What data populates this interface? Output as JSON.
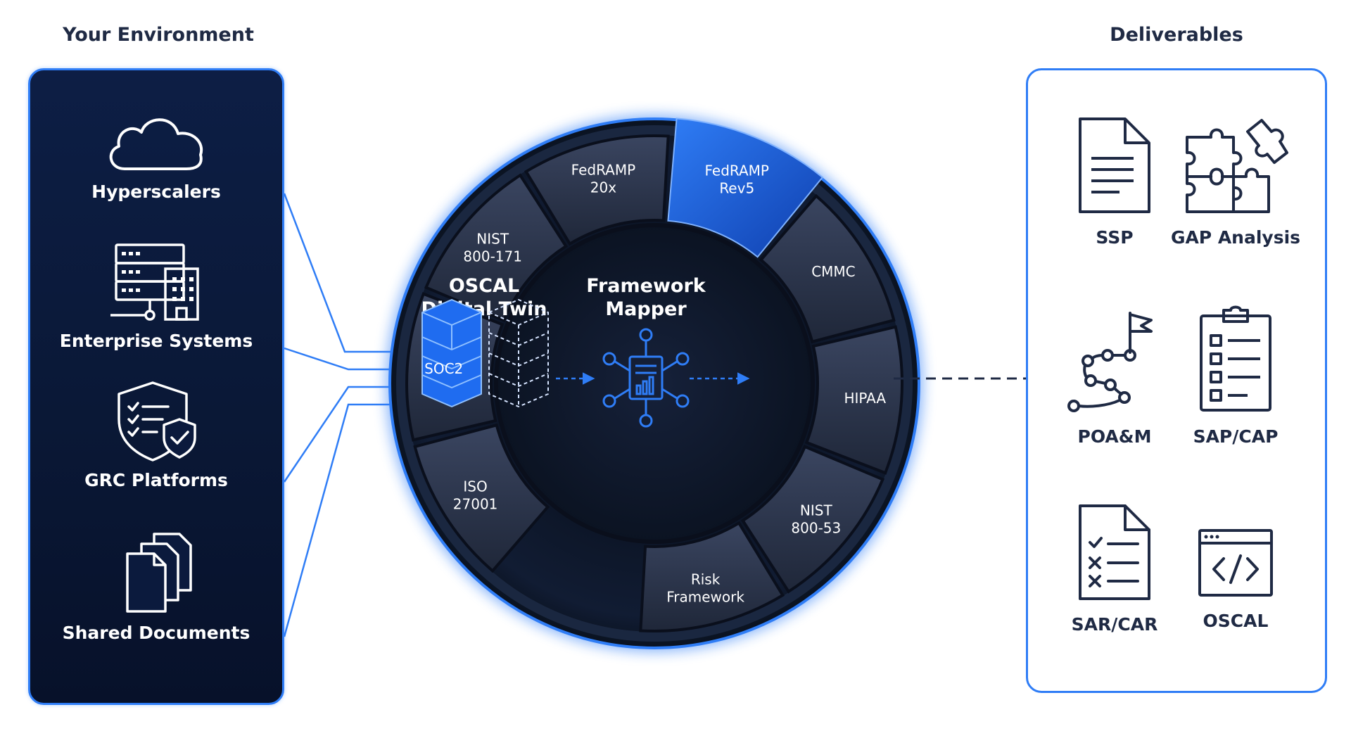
{
  "headings": {
    "left": "Your Environment",
    "right": "Deliverables"
  },
  "environment": [
    {
      "label": "Hyperscalers",
      "icon": "cloud-icon"
    },
    {
      "label": "Enterprise Systems",
      "icon": "server-building-icon"
    },
    {
      "label": "GRC Platforms",
      "icon": "shield-checklist-icon"
    },
    {
      "label": "Shared Documents",
      "icon": "documents-stack-icon"
    }
  ],
  "hub": {
    "twin_title": [
      "OSCAL",
      "Digital Twin"
    ],
    "mapper_title": [
      "Framework",
      "Mapper"
    ]
  },
  "frameworks": [
    {
      "lines": [
        "ISO",
        "27001"
      ]
    },
    {
      "lines": [
        "SOC2"
      ]
    },
    {
      "lines": [
        "NIST",
        "800-171"
      ]
    },
    {
      "lines": [
        "FedRAMP",
        "20x"
      ]
    },
    {
      "lines": [
        "FedRAMP",
        "Rev5"
      ],
      "highlighted": true
    },
    {
      "lines": [
        "CMMC"
      ]
    },
    {
      "lines": [
        "HIPAA"
      ]
    },
    {
      "lines": [
        "NIST",
        "800-53"
      ]
    },
    {
      "lines": [
        "Risk",
        "Framework"
      ]
    }
  ],
  "deliverables": [
    {
      "label": "SSP",
      "icon": "document-icon"
    },
    {
      "label": "GAP Analysis",
      "icon": "puzzle-icon"
    },
    {
      "label": "POA&M",
      "icon": "roadmap-flag-icon"
    },
    {
      "label": "SAP/CAP",
      "icon": "clipboard-checklist-icon"
    },
    {
      "label": "SAR/CAR",
      "icon": "checklist-document-icon"
    },
    {
      "label": "OSCAL",
      "icon": "code-window-icon"
    }
  ],
  "colors": {
    "accent": "#2f7df6",
    "highlight": "#1a5fe0",
    "panel_dark": "#0a1836",
    "segment": "#2a3348",
    "text_dark": "#1f2a44"
  }
}
